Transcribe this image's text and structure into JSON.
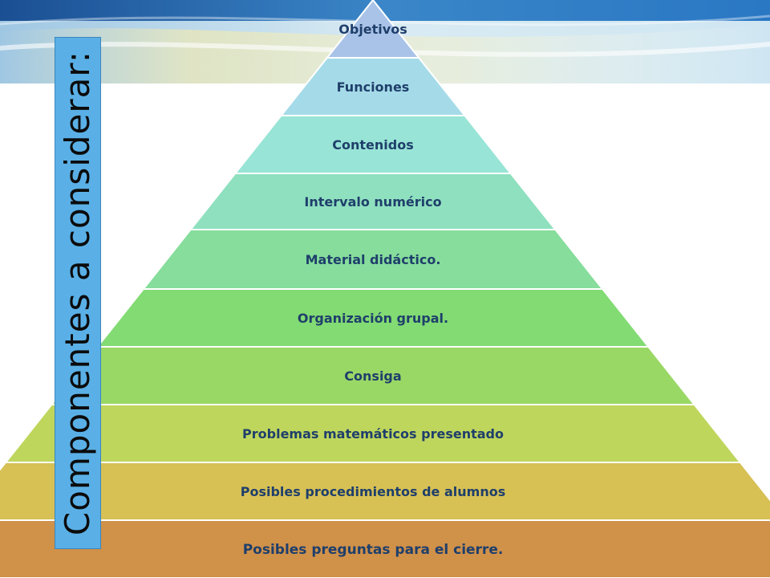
{
  "side_label": "Componentes a considerar:",
  "levels": [
    {
      "label": "Objetivos",
      "color": "#a9c3e8"
    },
    {
      "label": "Funciones",
      "color": "#a5dbe8"
    },
    {
      "label": "Contenidos",
      "color": "#98e4d6"
    },
    {
      "label": "Intervalo numérico",
      "color": "#8fe0bf"
    },
    {
      "label": "Material didáctico.",
      "color": "#86dd9c"
    },
    {
      "label": "Organización grupal.",
      "color": "#82db73"
    },
    {
      "label": "Consiga",
      "color": "#9ad866"
    },
    {
      "label": "Problemas matemáticos presentado",
      "color": "#bfd65d"
    },
    {
      "label": "Posibles procedimientos de alumnos",
      "color": "#d7c155"
    },
    {
      "label": "Posibles preguntas para el cierre.",
      "color": "#d09149"
    }
  ],
  "colors": {
    "text": "#1f3f6b",
    "side_box": "#5ab0e6",
    "banner_top": "#1e5fa8"
  }
}
